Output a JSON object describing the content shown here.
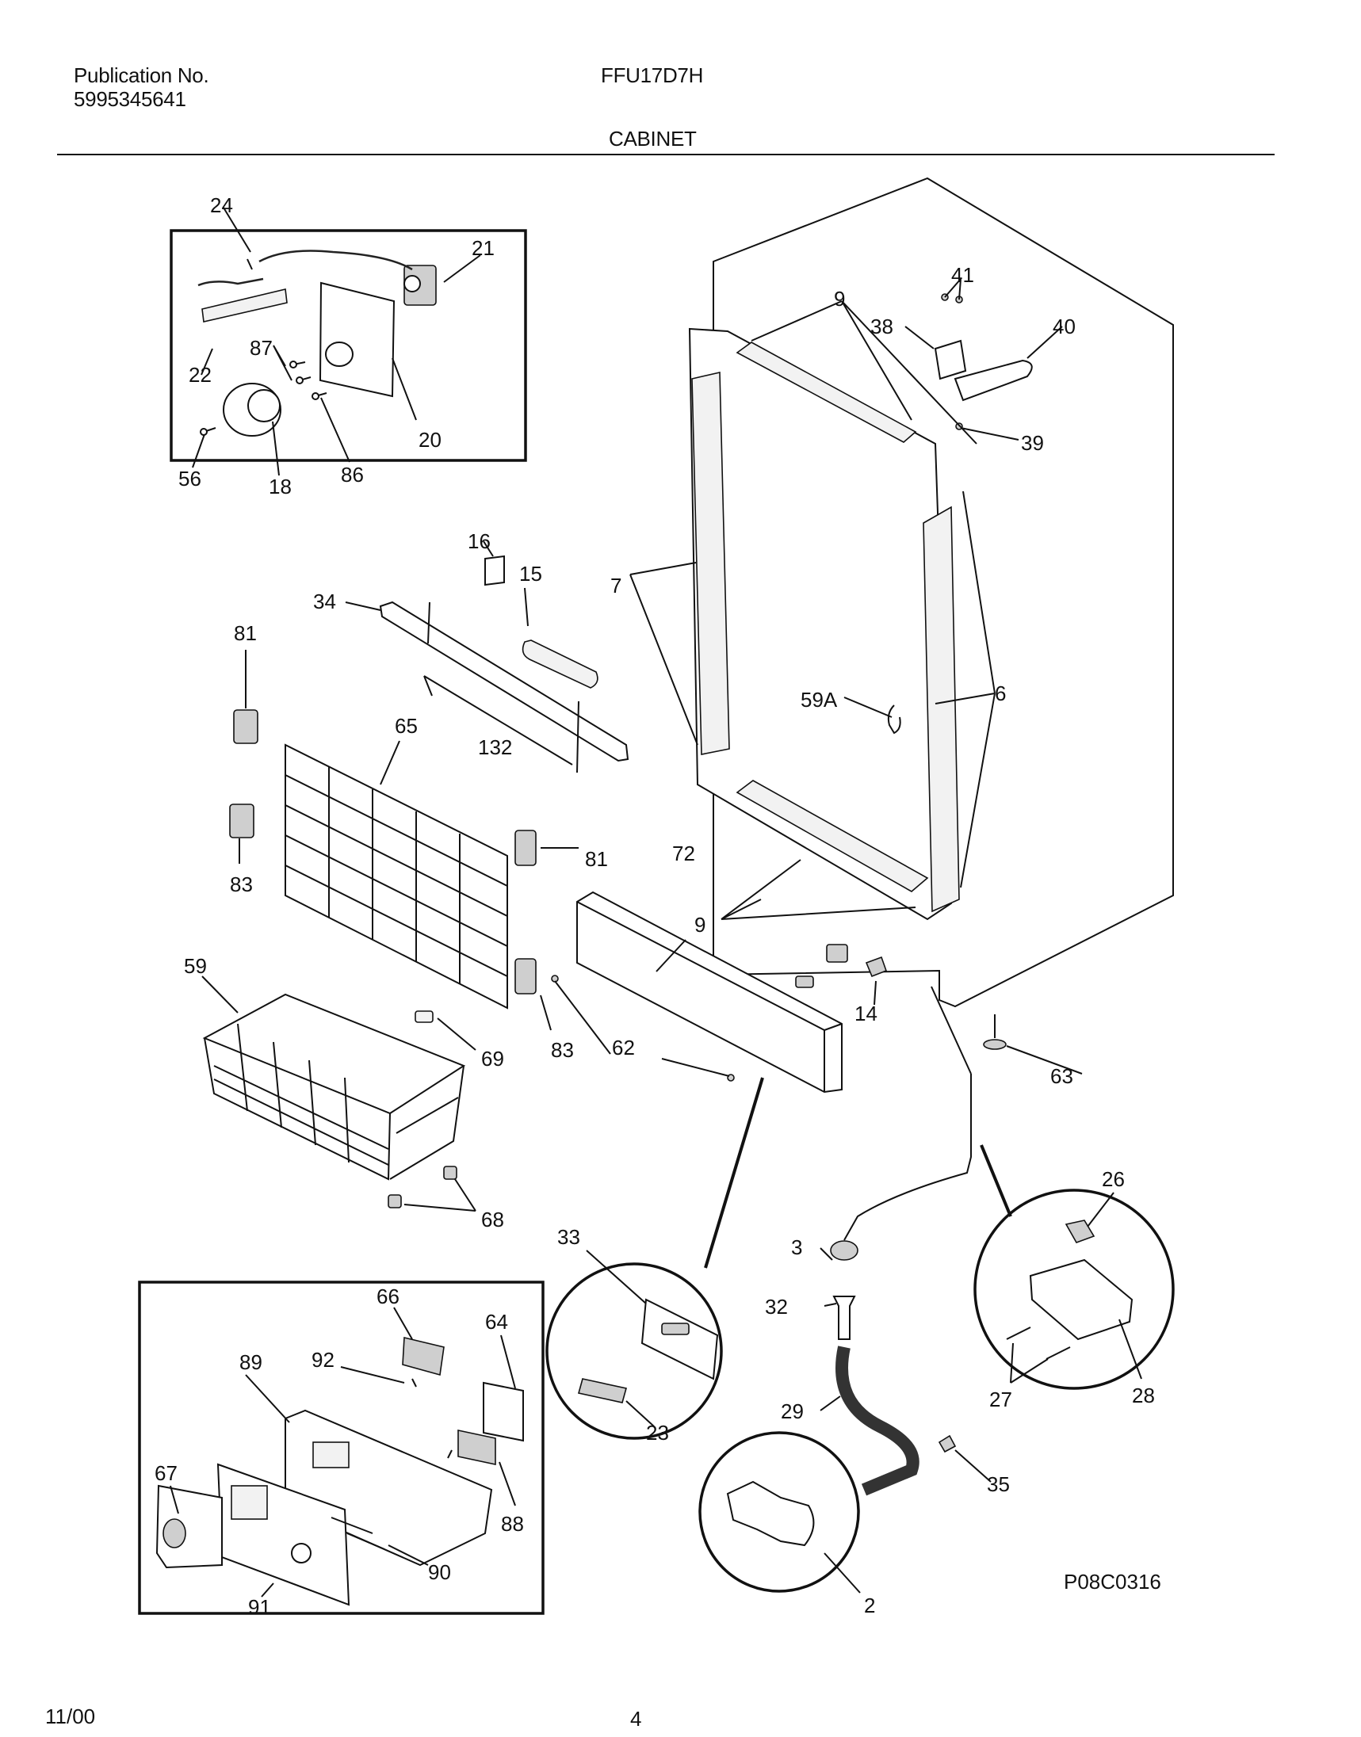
{
  "header": {
    "publication_label": "Publication No.",
    "publication_number": "5995345641",
    "model": "FFU17D7H",
    "section": "CABINET"
  },
  "footer": {
    "date": "11/00",
    "page": "4",
    "figure_code": "P08C0316"
  },
  "callouts": {
    "c24": "24",
    "c21": "21",
    "c22": "22",
    "c87": "87",
    "c20": "20",
    "c56": "56",
    "c18": "18",
    "c86": "86",
    "c16": "16",
    "c15": "15",
    "c34": "34",
    "c81a": "81",
    "c65": "65",
    "c132": "132",
    "c83a": "83",
    "c81b": "81",
    "c83b": "83",
    "c59": "59",
    "c69": "69",
    "c68": "68",
    "c9a": "9",
    "c41": "41",
    "c38": "38",
    "c40": "40",
    "c39": "39",
    "c7": "7",
    "c59A": "59A",
    "c6": "6",
    "c72": "72",
    "c9b": "9",
    "c14": "14",
    "c62": "62",
    "c63": "63",
    "c33": "33",
    "c23": "23",
    "c3": "3",
    "c32": "32",
    "c29": "29",
    "c35": "35",
    "c26": "26",
    "c27": "27",
    "c28": "28",
    "c2": "2",
    "c66": "66",
    "c64": "64",
    "c89": "89",
    "c92": "92",
    "c67": "67",
    "c88": "88",
    "c90": "90",
    "c91": "91"
  }
}
